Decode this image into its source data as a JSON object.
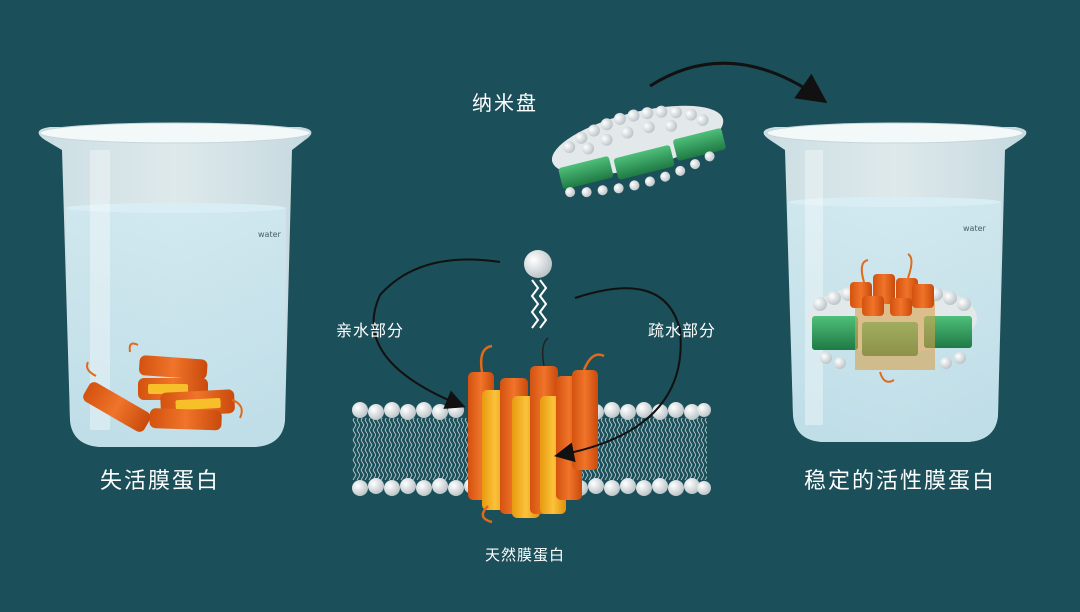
{
  "labels": {
    "inactive_protein": "失活膜蛋白",
    "stable_protein": "稳定的活性膜蛋白",
    "native_protein": "天然膜蛋白",
    "nanodisc": "纳米盘",
    "hydrophilic": "亲水部分",
    "hydrophobic": "疏水部分",
    "water_left": "water",
    "water_right": "water"
  },
  "colors": {
    "background": "#1b4f5a",
    "helix_orange": "#ef6a1f",
    "helix_yellow": "#f7b51d",
    "belt_green": "#2f9d5a",
    "lipid_head": "#e9ecee"
  }
}
